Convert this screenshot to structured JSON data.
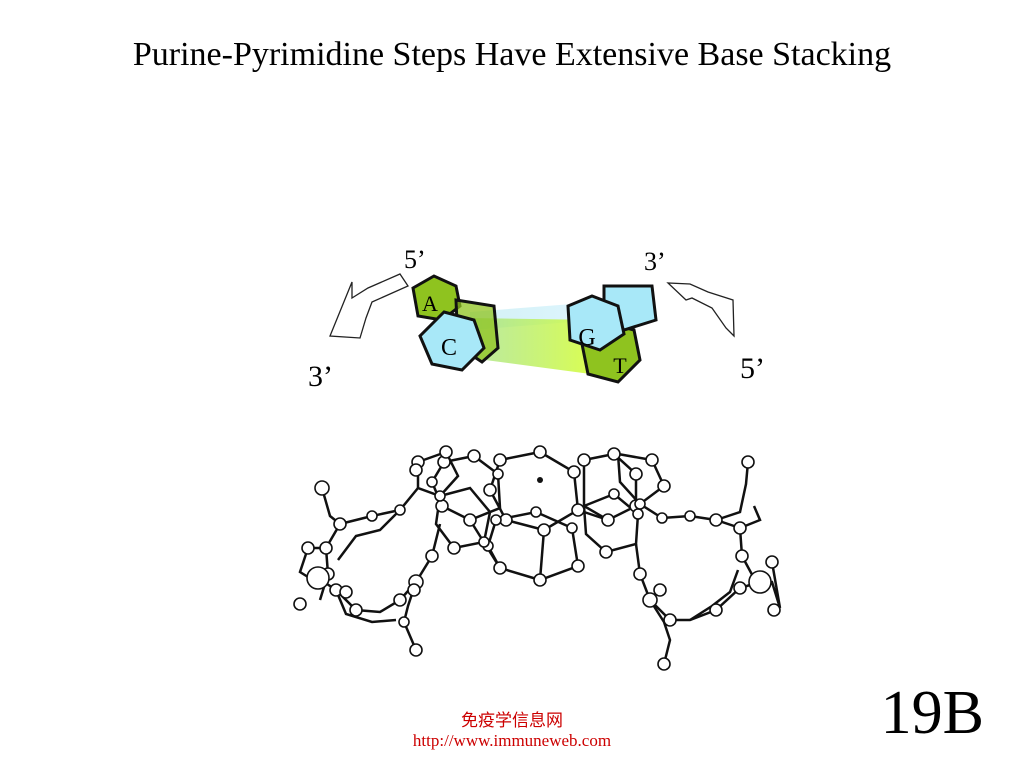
{
  "slide": {
    "title": "Purine-Pyrimidine Steps Have Extensive Base Stacking",
    "number": "19B"
  },
  "footer": {
    "cn": "免疫学信息网",
    "url": "http://www.immuneweb.com"
  },
  "diagram": {
    "end_labels": {
      "left_top": "5’",
      "left_bottom": "3’",
      "right_top": "3’",
      "right_bottom": "5’"
    },
    "bases": {
      "left_back": "A",
      "left_front": "C",
      "right_front": "G",
      "right_back": "T"
    },
    "colors": {
      "purine": "#8fc31f",
      "pyrimidine": "#a8e8f8",
      "stack_band": "#c8ff4a",
      "outline": "#111111"
    }
  }
}
